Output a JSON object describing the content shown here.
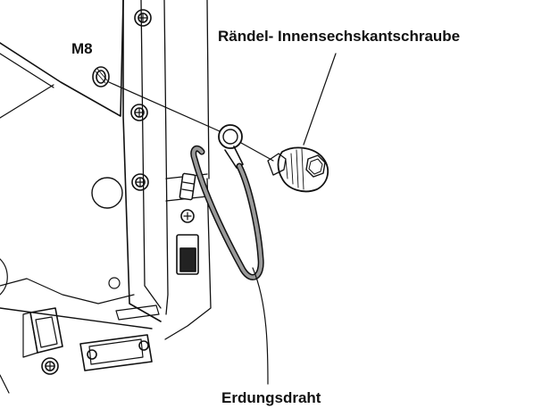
{
  "labels": {
    "m8": "M8",
    "screw": "Rändel- Innensechskantschraube",
    "ground_wire": "Erdungsdraht"
  },
  "colors": {
    "line": "#111111",
    "background": "#ffffff",
    "wire_fill": "#9a9a9a"
  }
}
